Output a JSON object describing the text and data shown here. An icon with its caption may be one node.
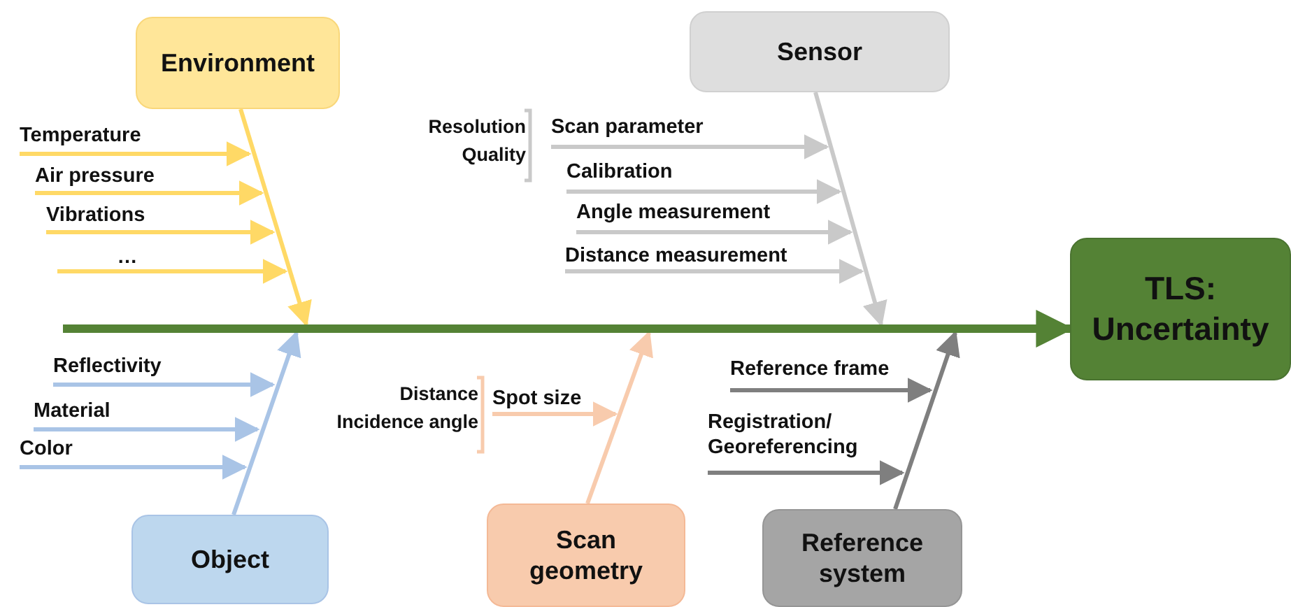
{
  "diagram": {
    "nodes": [
      {
        "text": [
          "Environment"
        ]
      },
      {
        "text": [
          "Temperature"
        ]
      },
      {
        "text": [
          "Air pressure"
        ]
      },
      {
        "text": [
          "Vibrations"
        ]
      },
      {
        "text": [
          "…"
        ]
      },
      {
        "text": [
          "Sensor"
        ]
      },
      {
        "text": [
          "Scan parameter"
        ]
      },
      {
        "text": [
          "Calibration"
        ]
      },
      {
        "text": [
          "Angle measurement"
        ]
      },
      {
        "text": [
          "Distance measurement"
        ]
      },
      {
        "text": [
          "TLS: Uncertainty"
        ]
      },
      {
        "text": [
          "Object"
        ]
      },
      {
        "text": [
          "Reflectivity"
        ]
      },
      {
        "text": [
          "Material"
        ]
      },
      {
        "text": [
          "Color"
        ]
      },
      {
        "text": [
          "Scan geometry"
        ]
      },
      {
        "text": [
          "Spot size"
        ]
      },
      {
        "text": [
          "Reference system"
        ]
      },
      {
        "text": [
          "Reference frame"
        ]
      },
      {
        "text": [
          "Registration/ Georeferencing"
        ]
      },
      {
        "text": [],
        "shape": "bar"
      }
    ],
    "edges": [
      {
        "from": 1,
        "to": null,
        "arrow": "to",
        "color": "#ffd966"
      },
      {
        "from": 2,
        "to": null,
        "arrow": "to",
        "color": "#ffd966"
      },
      {
        "from": 3,
        "to": null,
        "arrow": "to",
        "color": "#ffd966"
      },
      {
        "from": 4,
        "to": null,
        "arrow": "to",
        "color": "#ffd966"
      },
      {
        "from": 0,
        "to": 20,
        "arrow": "to",
        "color": "#ffd966"
      },
      {
        "from": 6,
        "to": null,
        "arrow": "to",
        "color": "#c9c9c9"
      },
      {
        "from": 7,
        "to": null,
        "arrow": "to",
        "color": "#c9c9c9"
      },
      {
        "from": 8,
        "to": null,
        "arrow": "to",
        "color": "#c9c9c9"
      },
      {
        "from": 9,
        "to": null,
        "arrow": "to",
        "color": "#c9c9c9"
      },
      {
        "from": 5,
        "to": 20,
        "arrow": "to",
        "color": "#c9c9c9"
      },
      {
        "from": 12,
        "to": null,
        "arrow": "to",
        "color": "#a9c4e6"
      },
      {
        "from": 13,
        "to": null,
        "arrow": "to",
        "color": "#a9c4e6"
      },
      {
        "from": 14,
        "to": null,
        "arrow": "to",
        "color": "#a9c4e6"
      },
      {
        "from": 11,
        "to": 20,
        "arrow": "to",
        "color": "#a9c4e6"
      },
      {
        "from": 16,
        "to": null,
        "arrow": "to",
        "color": "#f8cbad"
      },
      {
        "from": 15,
        "to": 20,
        "arrow": "to",
        "color": "#f8cbad"
      },
      {
        "from": 18,
        "to": null,
        "arrow": "to",
        "color": "#7f7f7f"
      },
      {
        "from": 19,
        "to": null,
        "arrow": "to",
        "color": "#7f7f7f"
      },
      {
        "from": 17,
        "to": 20,
        "arrow": "to",
        "color": "#7f7f7f"
      },
      {
        "from": 20,
        "to": 10,
        "arrow": "to",
        "style": "thick",
        "color": "#548235"
      }
    ],
    "labels": [
      "Resolution",
      "Quality",
      "Distance",
      "Incidence angle"
    ]
  }
}
